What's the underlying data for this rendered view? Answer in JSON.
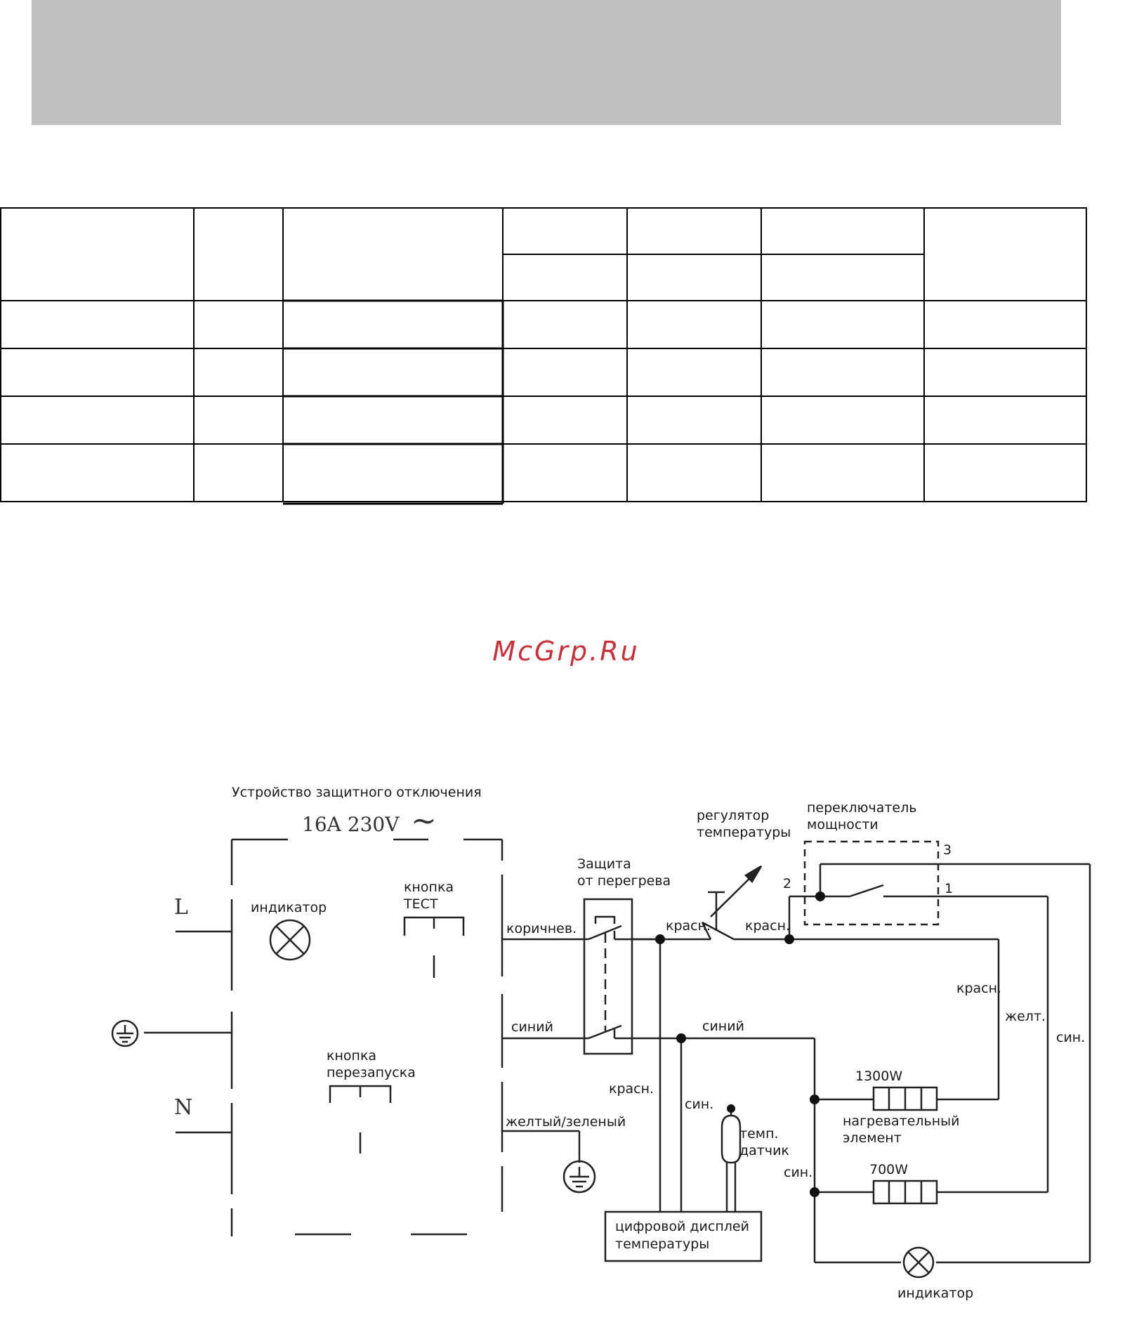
{
  "watermark": "McGrp.Ru",
  "rcd": {
    "title": "Устройство защитного отключения",
    "rating": "16A 230V",
    "ac_symbol": "~",
    "indicator": "индикатор",
    "test_button": [
      "кнопка",
      "ТЕСТ"
    ],
    "reset_button": [
      "кнопка",
      "перезапуска"
    ],
    "line": "L",
    "neutral": "N"
  },
  "wires": {
    "brown": "коричнев.",
    "blue": "синий",
    "yellow_green": "желтый/зеленый",
    "red": "красн.",
    "blue_short": "син.",
    "yellow_short": "желт."
  },
  "components": {
    "overheat": [
      "Защита",
      "от перегрева"
    ],
    "thermostat": [
      "регулятор",
      "температуры"
    ],
    "power_switch": [
      "переключатель",
      "мощности"
    ],
    "switch_positions": [
      "1",
      "2",
      "3"
    ],
    "heater_1": "1300W",
    "heater_2": "700W",
    "heater_label": [
      "нагревательный",
      "элемент"
    ],
    "sensor": [
      "темп.",
      "датчик"
    ],
    "display": [
      "цифровой дисплей",
      "температуры"
    ],
    "indicator_bottom": "индикатор"
  }
}
